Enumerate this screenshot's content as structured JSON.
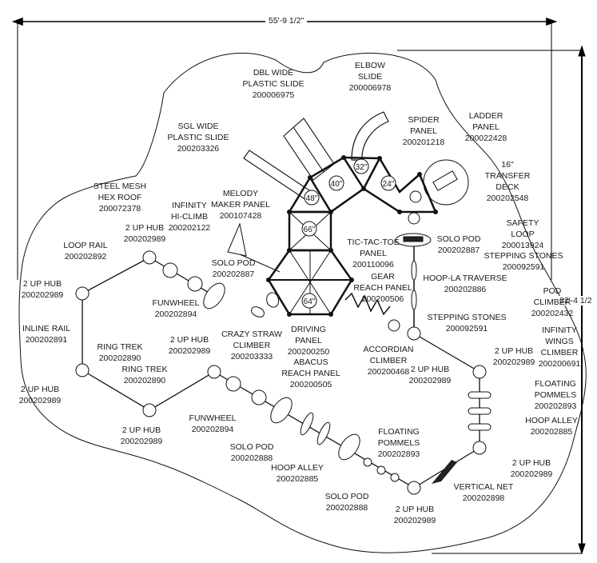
{
  "title": "Playground Site Plan",
  "dimensions": {
    "width": "55'-9 1/2\"",
    "height": "32'-4 1/2"
  },
  "deck_heights": [
    "32\"",
    "40\"",
    "24\"",
    "48\"",
    "66\"",
    "64\""
  ],
  "components": [
    {
      "id": "dbl-wide-slide",
      "name_lines": [
        "DBL WIDE",
        "PLASTIC SLIDE"
      ],
      "part": "200006975"
    },
    {
      "id": "elbow-slide",
      "name_lines": [
        "ELBOW",
        "SLIDE"
      ],
      "part": "200006978"
    },
    {
      "id": "sgl-wide-slide",
      "name_lines": [
        "SGL WIDE",
        "PLASTIC SLIDE"
      ],
      "part": "200203326"
    },
    {
      "id": "spider-panel",
      "name_lines": [
        "SPIDER",
        "PANEL"
      ],
      "part": "200201218"
    },
    {
      "id": "ladder-panel",
      "name_lines": [
        "LADDER",
        "PANEL"
      ],
      "part": "200022428"
    },
    {
      "id": "transfer-deck",
      "name_lines": [
        "16\"",
        "TRANSFER",
        "DECK"
      ],
      "part": "200202548"
    },
    {
      "id": "steel-mesh-hex-roof",
      "name_lines": [
        "STEEL MESH",
        "HEX ROOF"
      ],
      "part": "200072378"
    },
    {
      "id": "infinity-hi-climb",
      "name_lines": [
        "INFINITY",
        "HI-CLIMB"
      ],
      "part": "200202122"
    },
    {
      "id": "melody-maker-panel",
      "name_lines": [
        "MELODY",
        "MAKER PANEL"
      ],
      "part": "200107428"
    },
    {
      "id": "safety-loop",
      "name_lines": [
        "SAFETY",
        "LOOP"
      ],
      "part": "200013924"
    },
    {
      "id": "stepping-stones-top",
      "name_lines": [
        "STEPPING STONES"
      ],
      "part": "200092591"
    },
    {
      "id": "hub-upper-left",
      "name_lines": [
        "2 UP HUB"
      ],
      "part": "200202989"
    },
    {
      "id": "loop-rail",
      "name_lines": [
        "LOOP RAIL"
      ],
      "part": "200202892"
    },
    {
      "id": "solo-pod-upper-left",
      "name_lines": [
        "SOLO POD"
      ],
      "part": "200202887"
    },
    {
      "id": "tic-tac-toe-panel",
      "name_lines": [
        "TIC-TAC-TOE",
        "PANEL"
      ],
      "part": "200110096"
    },
    {
      "id": "solo-pod-upper-right",
      "name_lines": [
        "SOLO POD"
      ],
      "part": "200202887"
    },
    {
      "id": "gear-reach-panel",
      "name_lines": [
        "GEAR",
        "REACH PANEL"
      ],
      "part": "200200506"
    },
    {
      "id": "hoop-la-traverse",
      "name_lines": [
        "HOOP-LA TRAVERSE"
      ],
      "part": "200202886"
    },
    {
      "id": "hub-left-top",
      "name_lines": [
        "2 UP HUB"
      ],
      "part": "200202989"
    },
    {
      "id": "funwheel-upper",
      "name_lines": [
        "FUNWHEEL"
      ],
      "part": "200202894"
    },
    {
      "id": "pod-climber",
      "name_lines": [
        "POD",
        "CLIMBER"
      ],
      "part": "200202432"
    },
    {
      "id": "inline-rail",
      "name_lines": [
        "INLINE RAIL"
      ],
      "part": "200202891"
    },
    {
      "id": "stepping-stones-mid",
      "name_lines": [
        "STEPPING STONES"
      ],
      "part": "200092591"
    },
    {
      "id": "infinity-wings-climber",
      "name_lines": [
        "INFINITY",
        "WINGS",
        "CLIMBER"
      ],
      "part": "200200691"
    },
    {
      "id": "ring-trek-1",
      "name_lines": [
        "RING TREK"
      ],
      "part": "200202890"
    },
    {
      "id": "hub-center-left",
      "name_lines": [
        "2 UP HUB"
      ],
      "part": "200202989"
    },
    {
      "id": "crazy-straw-climber",
      "name_lines": [
        "CRAZY STRAW",
        "CLIMBER"
      ],
      "part": "200203333"
    },
    {
      "id": "driving-panel",
      "name_lines": [
        "DRIVING",
        "PANEL"
      ],
      "part": "200200250"
    },
    {
      "id": "accordian-climber",
      "name_lines": [
        "ACCORDIAN",
        "CLIMBER"
      ],
      "part": "200200468"
    },
    {
      "id": "hub-right-upper",
      "name_lines": [
        "2 UP HUB"
      ],
      "part": "200202989"
    },
    {
      "id": "ring-trek-2",
      "name_lines": [
        "RING TREK"
      ],
      "part": "200202890"
    },
    {
      "id": "abacus-reach-panel",
      "name_lines": [
        "ABACUS",
        "REACH PANEL"
      ],
      "part": "200200505"
    },
    {
      "id": "hub-center-right",
      "name_lines": [
        "2 UP HUB"
      ],
      "part": "200202989"
    },
    {
      "id": "floating-pommels-right",
      "name_lines": [
        "FLOATING",
        "POMMELS"
      ],
      "part": "200202893"
    },
    {
      "id": "hub-left-bottom",
      "name_lines": [
        "2 UP HUB"
      ],
      "part": "200202989"
    },
    {
      "id": "hoop-alley-right",
      "name_lines": [
        "HOOP ALLEY"
      ],
      "part": "200202885"
    },
    {
      "id": "funwheel-lower",
      "name_lines": [
        "FUNWHEEL"
      ],
      "part": "200202894"
    },
    {
      "id": "hub-bottom-left",
      "name_lines": [
        "2 UP HUB"
      ],
      "part": "200202989"
    },
    {
      "id": "floating-pommels-lower",
      "name_lines": [
        "FLOATING",
        "POMMELS"
      ],
      "part": "200202893"
    },
    {
      "id": "solo-pod-lower-1",
      "name_lines": [
        "SOLO POD"
      ],
      "part": "200202888"
    },
    {
      "id": "hub-right-lower",
      "name_lines": [
        "2 UP HUB"
      ],
      "part": "200202989"
    },
    {
      "id": "hoop-alley-lower",
      "name_lines": [
        "HOOP ALLEY"
      ],
      "part": "200202885"
    },
    {
      "id": "vertical-net",
      "name_lines": [
        "VERTICAL NET"
      ],
      "part": "200202898"
    },
    {
      "id": "solo-pod-lower-2",
      "name_lines": [
        "SOLO POD"
      ],
      "part": "200202888"
    },
    {
      "id": "hub-bottom",
      "name_lines": [
        "2 UP HUB"
      ],
      "part": "200202989"
    }
  ]
}
